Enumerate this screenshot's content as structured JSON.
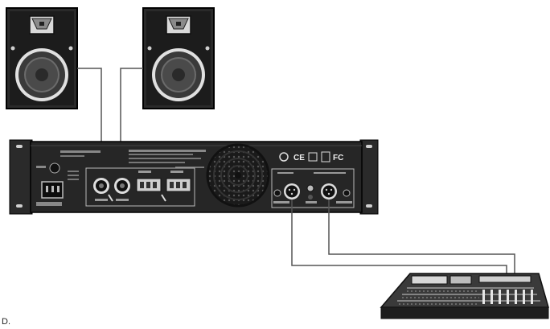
{
  "figure": {
    "caption_fragment": "D.",
    "components": {
      "speaker_left": "speaker",
      "speaker_right": "speaker",
      "amplifier": "rear-panel",
      "mixer": "mixing-console"
    },
    "compliance_marks": [
      "CE",
      "FC"
    ]
  }
}
